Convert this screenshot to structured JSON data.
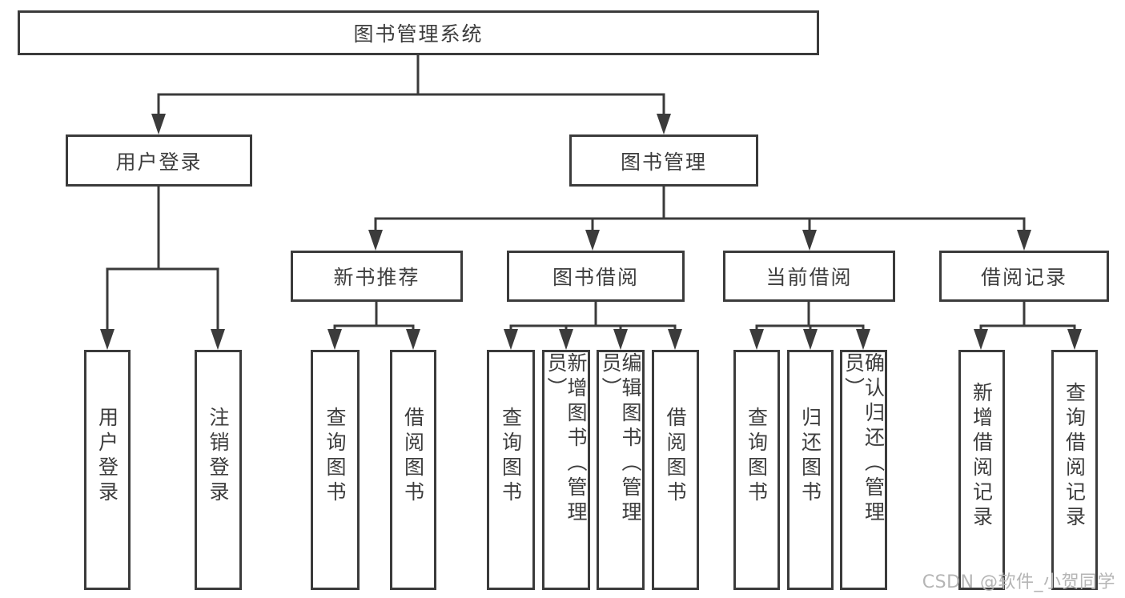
{
  "title": "图书管理系统功能结构图",
  "colors": {
    "line": "#3b3b3b",
    "text": "#3d3d3d",
    "background": "#ffffff",
    "watermark": "#b5b5b5"
  },
  "root": {
    "label": "图书管理系统"
  },
  "branches": [
    {
      "label": "用户登录",
      "children": [
        {
          "label": "用户登录"
        },
        {
          "label": "注销登录"
        }
      ]
    },
    {
      "label": "图书管理",
      "sections": [
        {
          "label": "新书推荐",
          "children": [
            {
              "label": "查询图书"
            },
            {
              "label": "借阅图书"
            }
          ]
        },
        {
          "label": "图书借阅",
          "children": [
            {
              "label": "查询图书"
            },
            {
              "label": "新增图书（管理员）"
            },
            {
              "label": "编辑图书（管理员）"
            },
            {
              "label": "借阅图书"
            }
          ]
        },
        {
          "label": "当前借阅",
          "children": [
            {
              "label": "查询图书"
            },
            {
              "label": "归还图书"
            },
            {
              "label": "确认归还（管理员）"
            }
          ]
        },
        {
          "label": "借阅记录",
          "children": [
            {
              "label": "新增借阅记录"
            },
            {
              "label": "查询借阅记录"
            }
          ]
        }
      ]
    }
  ],
  "watermark": {
    "text": "CSDN @软件_小贺同学"
  }
}
